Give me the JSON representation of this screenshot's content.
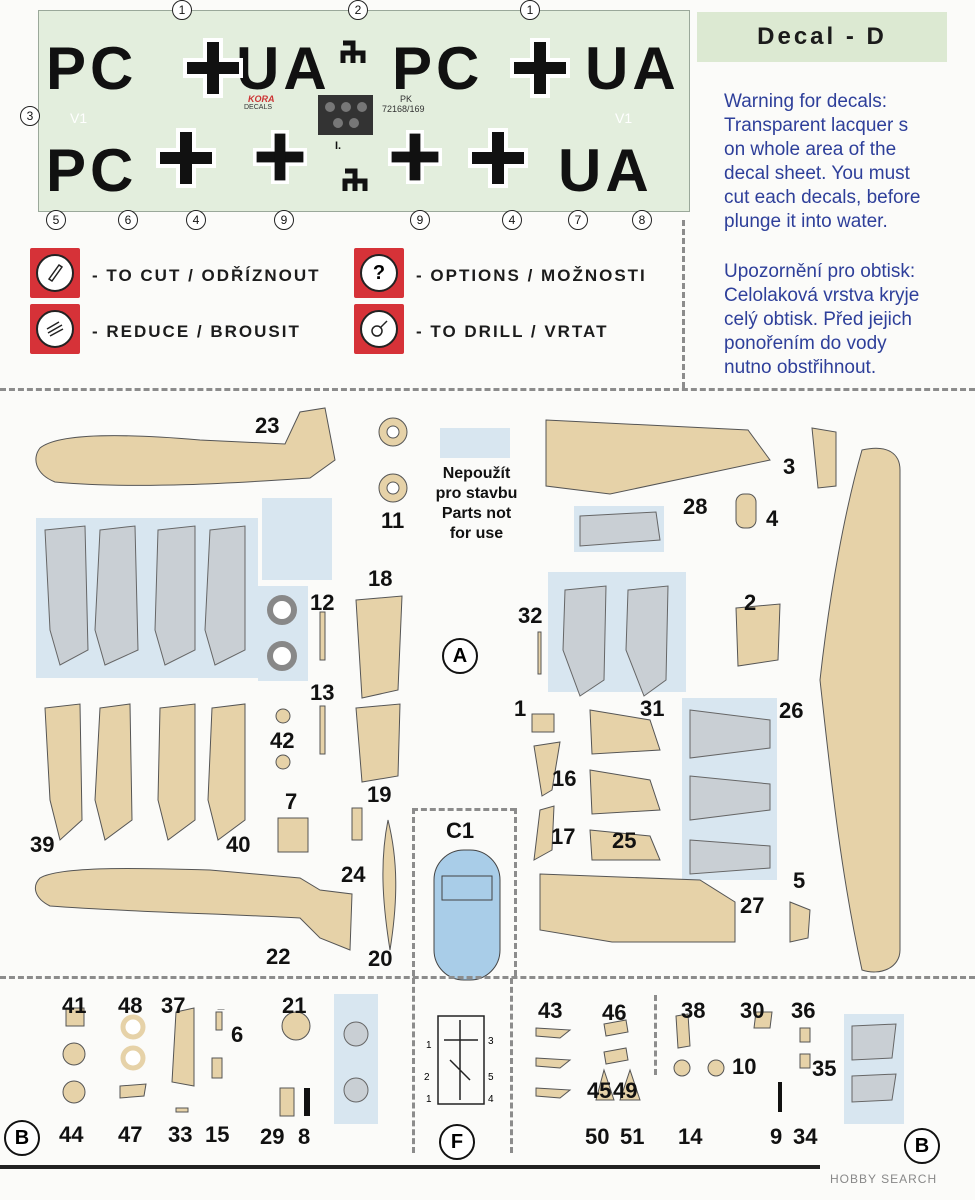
{
  "title": "Decal - D",
  "warning_en": [
    "Warning for decals:",
    "Transparent lacquer s",
    "on whole area of the",
    "decal sheet. You must",
    "cut each decals, before",
    "plunge it into water."
  ],
  "warning_cz": [
    "Upozornění pro obtisk:",
    "Celolaková vrstva kryje",
    "celý obtisk. Před jejich",
    "ponořením do vody",
    "nutno obstřihnout."
  ],
  "legend": {
    "cut": "- TO CUT / ODŘÍZNOUT",
    "reduce": "- REDUCE / BROUSIT",
    "options": "- OPTIONS / MOŽNOSTI",
    "drill": "- TO DRILL / VRTAT",
    "options_glyph": "?"
  },
  "decals": {
    "code_pc": "PC",
    "code_ua": "UA",
    "marking_v1": "V1",
    "brand": "KORA",
    "brand_sub": "DECALS",
    "sheet_code_1": "PK",
    "sheet_code_2": "72168/169",
    "roman_one": "I.",
    "callouts": [
      "1",
      "2",
      "1",
      "3",
      "5",
      "6",
      "4",
      "9",
      "9",
      "4",
      "7",
      "8"
    ]
  },
  "notice": [
    "Nepoužít",
    "pro stavbu",
    "Parts not",
    "for use"
  ],
  "sections": {
    "a": "A",
    "b": "B",
    "c1": "C1",
    "f": "F"
  },
  "parts": [
    "23",
    "11",
    "3",
    "28",
    "4",
    "18",
    "12",
    "32",
    "2",
    "13",
    "42",
    "1",
    "31",
    "26",
    "19",
    "16",
    "7",
    "40",
    "39",
    "17",
    "25",
    "24",
    "5",
    "27",
    "22",
    "20",
    "41",
    "48",
    "37",
    "6",
    "21",
    "43",
    "46",
    "38",
    "30",
    "36",
    "10",
    "35",
    "44",
    "47",
    "33",
    "15",
    "29",
    "8",
    "45",
    "49",
    "50",
    "51",
    "14",
    "9",
    "34"
  ],
  "sprue_f_labels": [
    "1",
    "2",
    "1",
    "3",
    "5",
    "4"
  ],
  "watermark": "HOBBY SEARCH"
}
